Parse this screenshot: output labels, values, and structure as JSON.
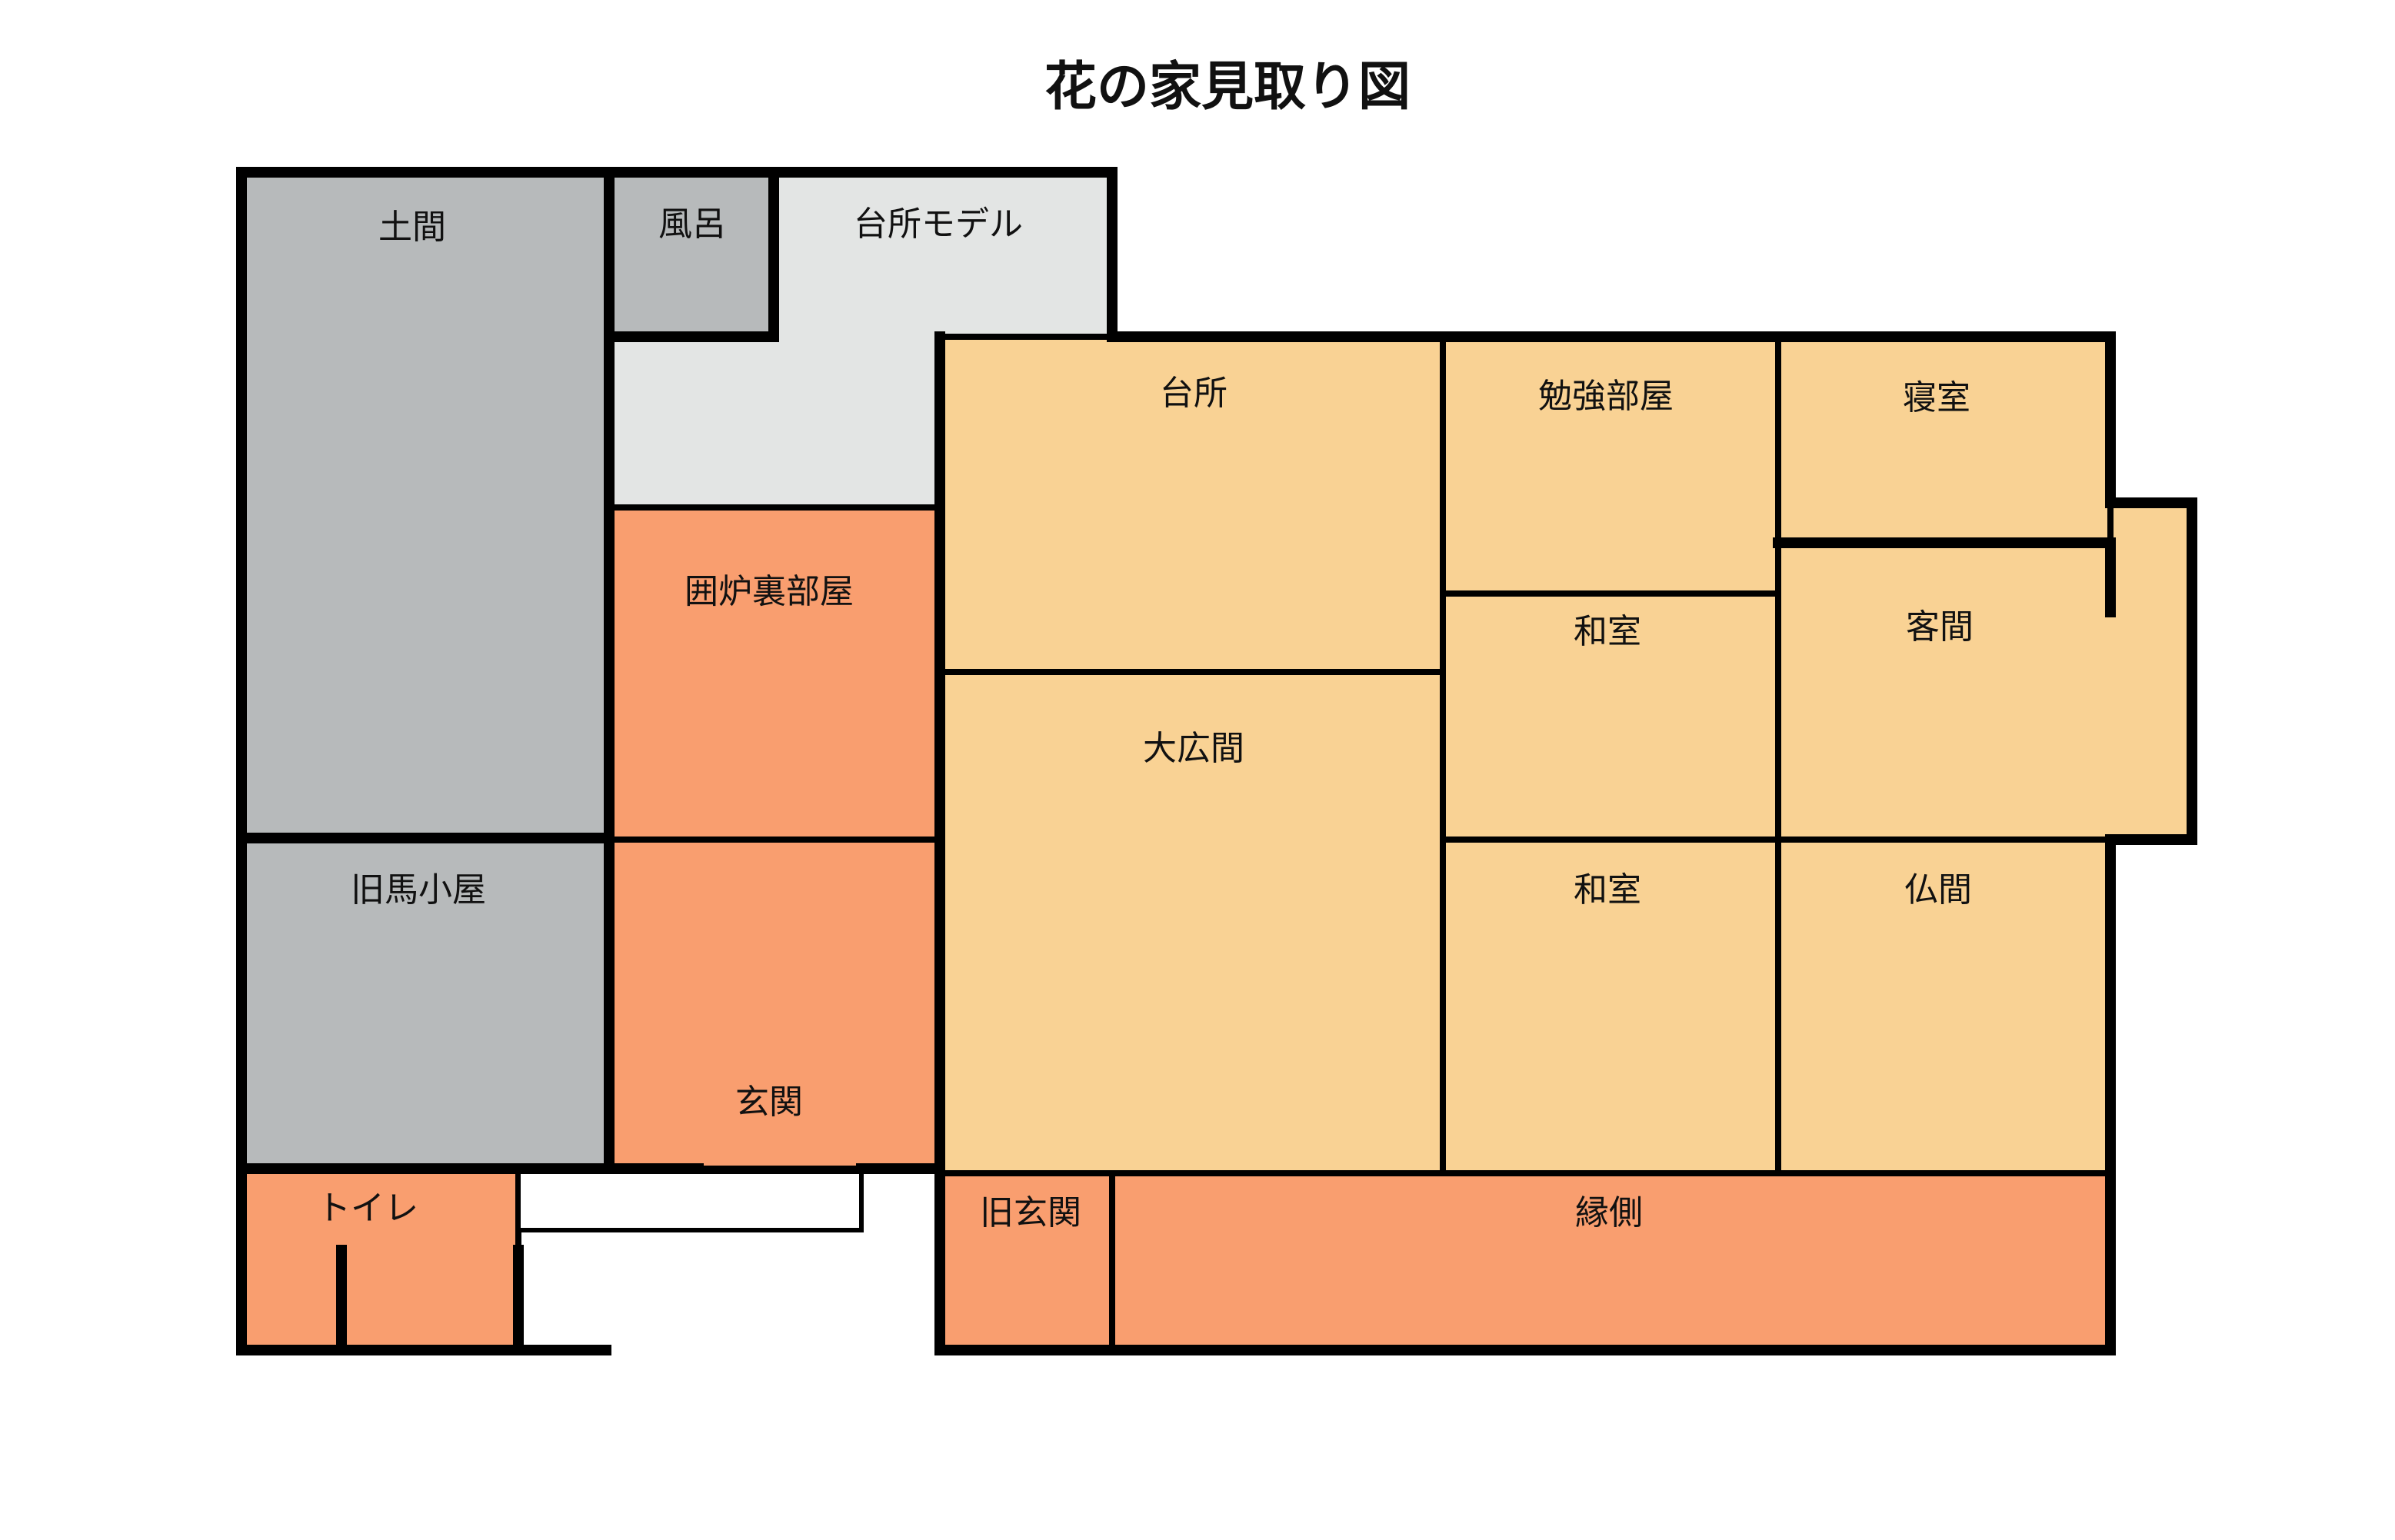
{
  "title": "花の家見取り図",
  "colors": {
    "gray": "#b7babb",
    "light_gray": "#e3e5e4",
    "orange": "#f99e6f",
    "peach": "#f9d294",
    "wall": "#000000"
  },
  "rooms": {
    "doma": "土間",
    "furo": "風呂",
    "daidokoro_model": "台所モデル",
    "irori": "囲炉裏部屋",
    "genkan": "玄関",
    "kyu_umagoya": "旧馬小屋",
    "toilet": "トイレ",
    "daidokoro": "台所",
    "benkyo": "勉強部屋",
    "shinshitsu": "寝室",
    "washitsu1": "和室",
    "kyakuma": "客間",
    "ohiroma": "大広間",
    "washitsu2": "和室",
    "butsuma": "仏間",
    "kyu_genkan": "旧玄関",
    "engawa": "縁側"
  }
}
